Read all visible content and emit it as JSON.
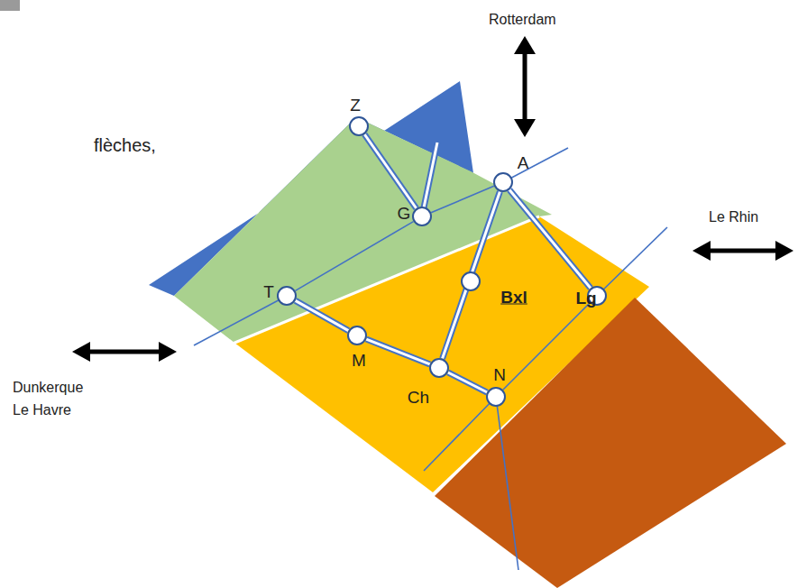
{
  "diagram": {
    "nodes": [
      {
        "text": [
          "Z"
        ]
      },
      {
        "text": [
          "A"
        ]
      },
      {
        "text": [
          "G"
        ]
      },
      {
        "text": [
          "T"
        ]
      },
      {
        "text": [
          "Bxl"
        ]
      },
      {
        "text": [
          "Lg"
        ]
      },
      {
        "text": [
          "M"
        ]
      },
      {
        "text": [
          "Ch"
        ]
      },
      {
        "text": [
          "N"
        ]
      }
    ],
    "edges": [
      {
        "from": 0,
        "to": 2,
        "arrow": "none"
      },
      {
        "from": 1,
        "to": 7,
        "arrow": "none"
      },
      {
        "from": 1,
        "to": 5,
        "arrow": "none"
      },
      {
        "from": 3,
        "to": 6,
        "arrow": "none"
      },
      {
        "from": 6,
        "to": 7,
        "arrow": "none"
      },
      {
        "from": 7,
        "to": 8,
        "arrow": "none"
      },
      {
        "from": 1,
        "to": 2,
        "arrow": "none"
      },
      {
        "from": 2,
        "to": 3,
        "arrow": "none"
      },
      {
        "from": 5,
        "to": 8,
        "arrow": "none"
      }
    ],
    "labels": [
      "flèches,",
      "Rotterdam",
      "Le Rhin",
      "Dunkerque Le Havre"
    ]
  }
}
